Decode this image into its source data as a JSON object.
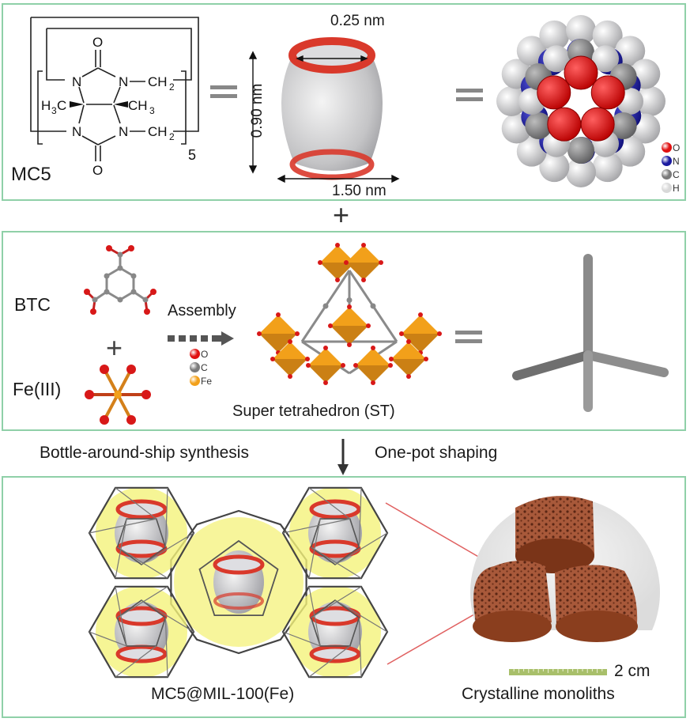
{
  "panel1": {
    "mc5_label": "MC5",
    "repeat_count": "5",
    "atoms": {
      "oxygen": "O",
      "nitrogen": "N",
      "ch2": "CH",
      "ch2_sub": "2",
      "h3c": "H",
      "h3c_sub": "3",
      "h3c_c": "C",
      "ch3": "CH",
      "ch3_sub": "3"
    },
    "equals": "=",
    "dimensions": {
      "portal": "0.25 nm",
      "height": "0.90 nm",
      "width": "1.50 nm"
    },
    "legend": [
      {
        "symbol": "O",
        "color": "#e01010"
      },
      {
        "symbol": "N",
        "color": "#1a1aa0"
      },
      {
        "symbol": "C",
        "color": "#7a7a7a"
      },
      {
        "symbol": "H",
        "color": "#d8d8d8"
      }
    ]
  },
  "plus": "+",
  "panel2": {
    "btc_label": "BTC",
    "fe_label": "Fe(III)",
    "plus": "+",
    "assembly_label": "Assembly",
    "legend": [
      {
        "symbol": "O",
        "color": "#e01010"
      },
      {
        "symbol": "C",
        "color": "#7a7a7a"
      },
      {
        "symbol": "Fe",
        "color": "#f2a01a"
      }
    ],
    "st_label": "Super tetrahedron (ST)",
    "equals": "="
  },
  "transition": {
    "left_label": "Bottle-around-ship synthesis",
    "right_label": "One-pot shaping"
  },
  "panel3": {
    "framework_label": "MC5@MIL-100(Fe)",
    "scale_label": "2 cm",
    "monolith_label": "Crystalline monoliths"
  },
  "colors": {
    "panel_border": "#8fd0a8",
    "ring_red": "#d9392b",
    "cage_yellow": "#f4f27a",
    "fe_orange": "#f2a01a",
    "monolith_brown": "#9b4e2c",
    "scale_green": "#a8bf6a"
  }
}
